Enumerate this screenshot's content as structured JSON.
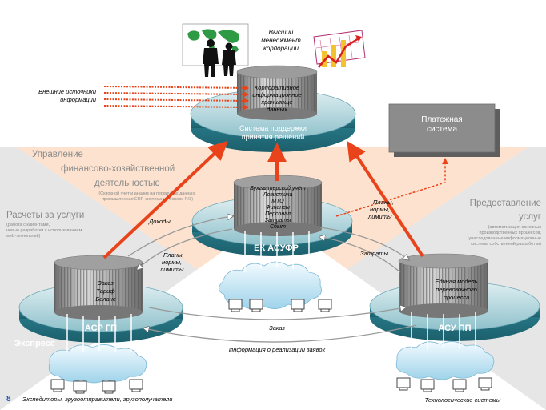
{
  "top": {
    "management_line1": "Высший",
    "management_line2": "менеджмент",
    "management_line3": "корпорации",
    "external_line1": "Внешние источники",
    "external_line2": "информации",
    "cylinder_lines": [
      "Корпоративное",
      "информационное",
      "хранилище",
      "данных"
    ],
    "dss_line1": "Система поддержки",
    "dss_line2": "принятия решений"
  },
  "payment": {
    "line1": "Платежная",
    "line2": "система"
  },
  "fin_mgmt": {
    "line1": "Управление",
    "line2": "финансово-хозяйственной",
    "line3": "деятельностью",
    "sub1": "(Сквозной учет и анализ на первичных данных,",
    "sub2": "промышленная ERP-система на основе R/3)"
  },
  "center": {
    "cylinder_lines": [
      "Бухгалтерский учёт",
      "Логистика",
      "МТО",
      "Финансы",
      "Персонал",
      "Затраты",
      "Сбыт"
    ],
    "label": "ЕК АСУФР"
  },
  "left": {
    "title": "Расчеты за услуги",
    "sub1": "(работа с клиентами,",
    "sub2": "новые разработки с использованием",
    "sub3": "web-технологий)",
    "cylinder_lines": [
      "Заказ",
      "Тариф",
      "Баланс"
    ],
    "label": "АСР ГП",
    "express": "Экспресс",
    "bottom": "Экспедиторы, грузоотправители, грузополучатели"
  },
  "right": {
    "title1": "Предоставление",
    "title2": "услуг",
    "sub1": "(автоматизация основных",
    "sub2": "производственных процессов,",
    "sub3": "унаследованные информационные",
    "sub4": "системы собственной разработки)",
    "cylinder_lines": [
      "Единая модель",
      "перевозочного",
      "процесса"
    ],
    "label": "АСУ ПП",
    "bottom": "Технологические системы"
  },
  "flows": {
    "income": "Доходы",
    "plans_right": [
      "Планы,",
      "нормы,",
      "лимиты"
    ],
    "plans_left": [
      "Планы,",
      "нормы,",
      "лимиты"
    ],
    "costs": "Затраты",
    "order": "Заказ",
    "info": "Информация о реализации заявок"
  },
  "page_number": "8",
  "colors": {
    "accent_red": "#e8431a",
    "disc_teal": "#2e7f8f",
    "panel_peach": "#fde3cf",
    "panel_gray": "#e6e6e6",
    "cylinder_gray": "#9a9a9a",
    "payment_gray": "#8c8c8c"
  }
}
